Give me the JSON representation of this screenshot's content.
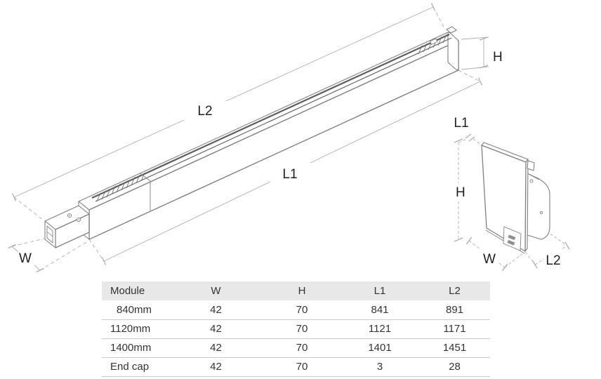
{
  "diagram": {
    "main_view": {
      "labels": {
        "l2": "L2",
        "l1": "L1",
        "h": "H",
        "w": "W"
      }
    },
    "end_cap_view": {
      "labels": {
        "l1": "L1",
        "h": "H",
        "w": "W",
        "l2": "L2"
      }
    }
  },
  "table": {
    "headers": [
      "Module",
      "W",
      "H",
      "L1",
      "L2"
    ],
    "rows": [
      [
        "840mm",
        "42",
        "70",
        "841",
        "891"
      ],
      [
        "1120mm",
        "42",
        "70",
        "1121",
        "1171"
      ],
      [
        "1400mm",
        "42",
        "70",
        "1401",
        "1451"
      ],
      [
        "End cap",
        "42",
        "70",
        "3",
        "28"
      ]
    ]
  },
  "colors": {
    "outline": "#808080",
    "track": "#5c5c5c",
    "dimension_line": "#aeaeae",
    "label_text": "#1f1f1f",
    "table_header_bg": "#e8e8e8",
    "table_border": "#c9c9c9",
    "table_text": "#333333"
  }
}
